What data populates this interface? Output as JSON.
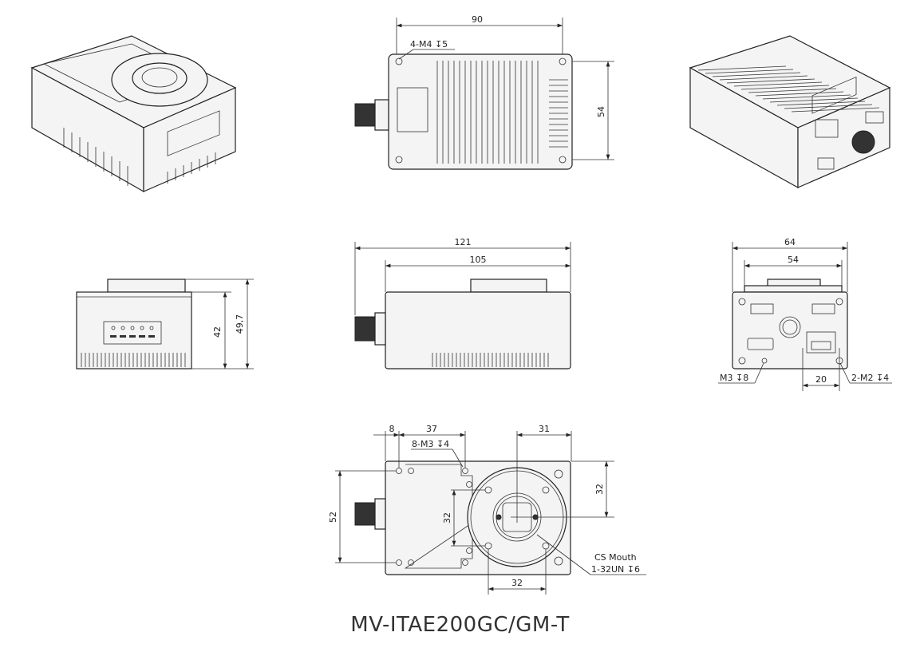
{
  "title": "MV-ITAE200GC/GM-T",
  "top_view": {
    "width": "90",
    "height": "54",
    "holes": "4-M4 ↧5"
  },
  "side_view": {
    "height": "42",
    "total_height": "49,7"
  },
  "front_view": {
    "total_length": "121",
    "body_length": "105"
  },
  "rear_view": {
    "width": "64",
    "inner_width": "54",
    "port_spacing": "20",
    "left_thread": "M3 ↧8",
    "right_thread": "2-M2 ↧4"
  },
  "bottom_view": {
    "offset": "8",
    "hole_spacing_x": "37",
    "lens_offset_x": "31",
    "height": "52",
    "hole_spacing_y": "32",
    "lens_offset_y": "32",
    "lens_hole_spacing": "32",
    "holes": "8-M3 ↧4",
    "mount_label": "CS Mouth",
    "mount_thread": "1-32UN ↧6"
  }
}
